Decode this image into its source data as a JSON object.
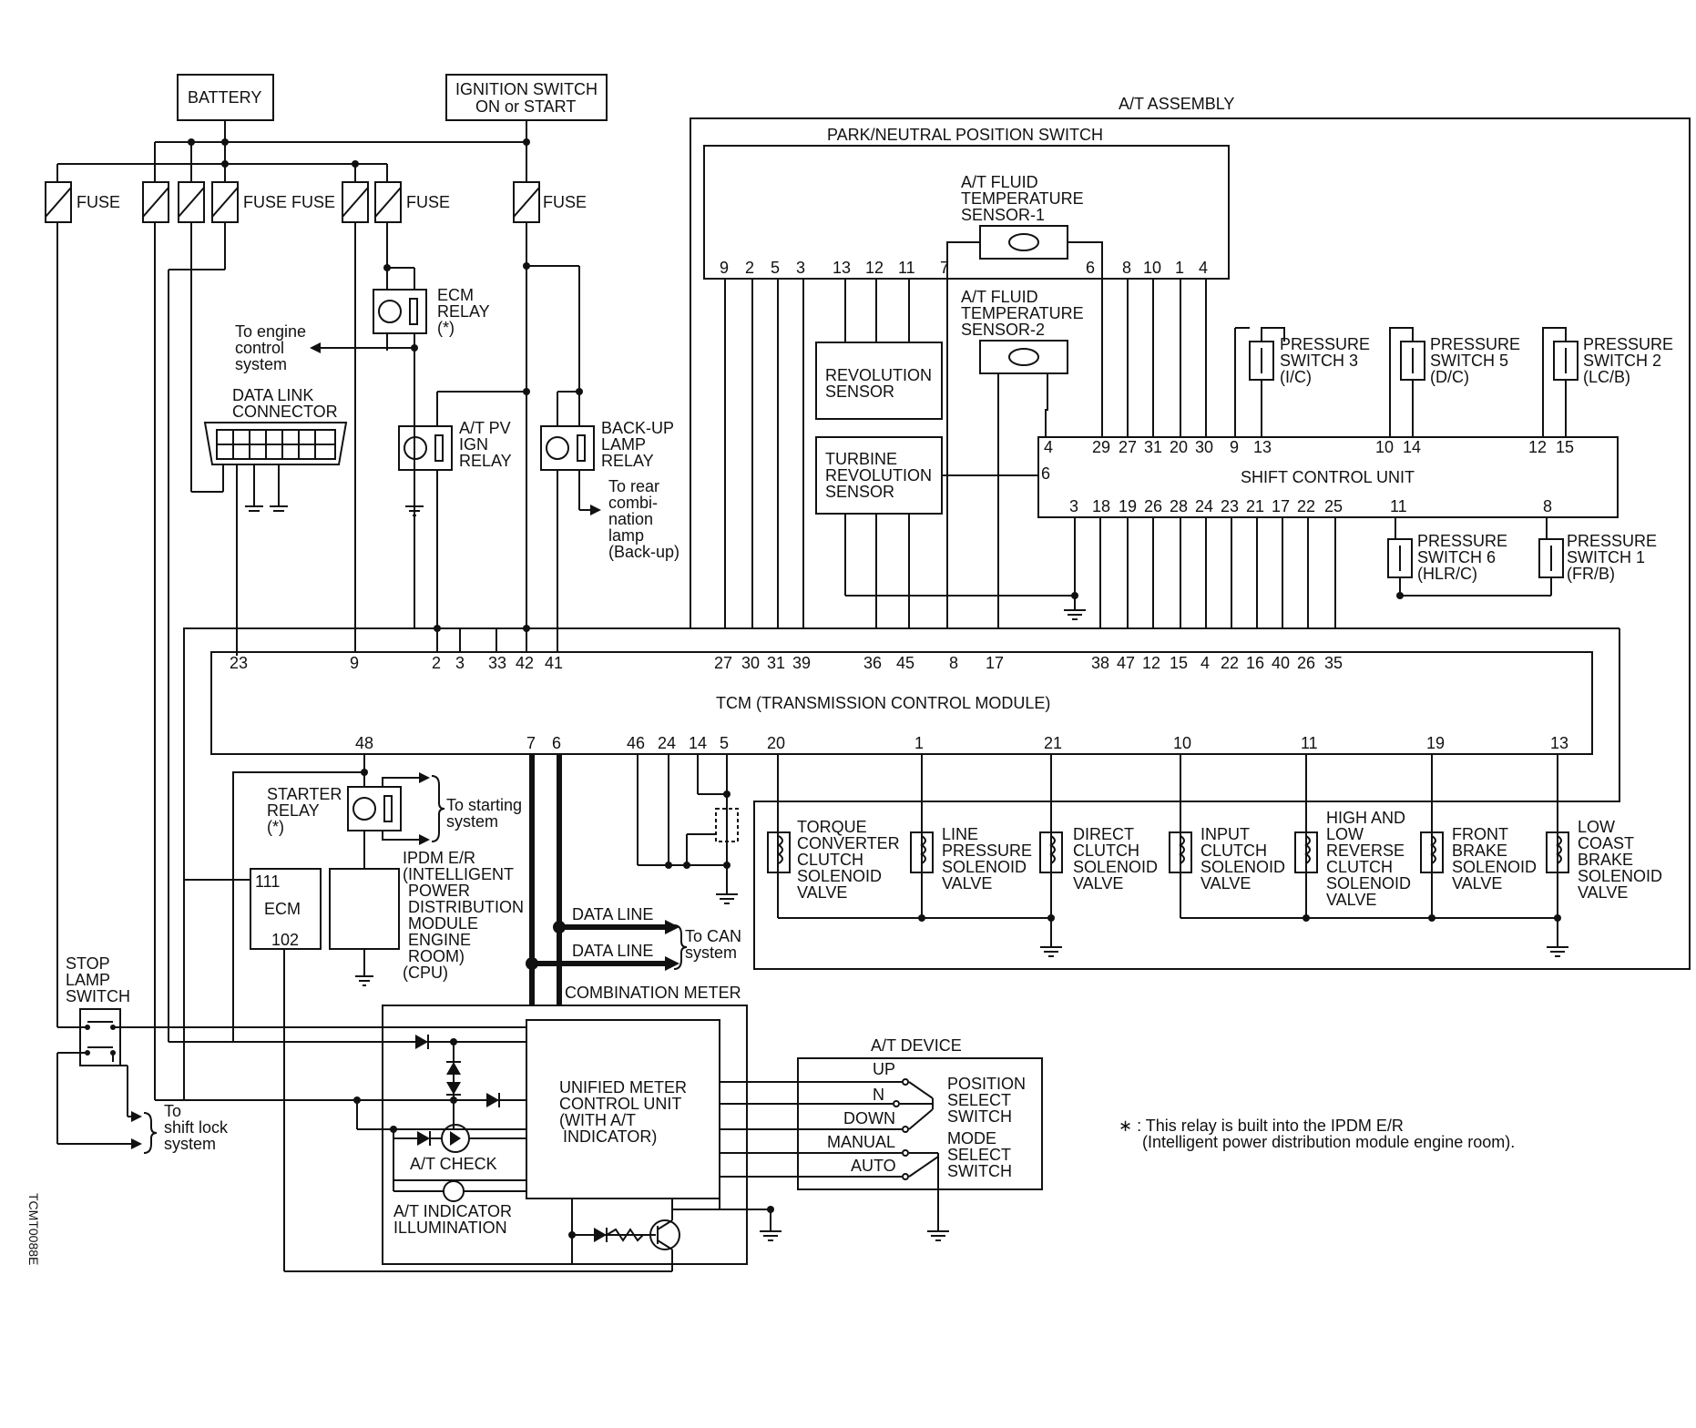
{
  "power": {
    "battery": "BATTERY",
    "ignition": [
      "IGNITION SWITCH",
      "ON or START"
    ],
    "fuse": "FUSE",
    "fuse_fuse": "FUSE FUSE"
  },
  "relays": {
    "ecm_relay": [
      "ECM",
      "RELAY",
      "(*)"
    ],
    "pv_relay": [
      "A/T PV",
      "IGN",
      "RELAY"
    ],
    "backup_relay": [
      "BACK-UP",
      "LAMP",
      "RELAY"
    ],
    "starter_relay": [
      "STARTER",
      "RELAY",
      "(*)"
    ]
  },
  "notes": {
    "to_engine": [
      "To engine",
      "control",
      "system"
    ],
    "to_rear": [
      "To rear",
      "combi-",
      "nation",
      "lamp",
      "(Back-up)"
    ],
    "to_starting": [
      "To starting",
      "system"
    ],
    "to_can": [
      "To CAN",
      "system"
    ],
    "to_shift_lock": [
      "To",
      "shift lock",
      "system"
    ],
    "footnote": [
      "∗ : This relay is built into the IPDM E/R",
      "(Intelligent power distribution module engine room)."
    ],
    "figure_code": "TCMT0088E"
  },
  "dlc": [
    "DATA LINK",
    "CONNECTOR"
  ],
  "at_assembly": {
    "title": "A/T ASSEMBLY",
    "pnp_title": "PARK/NEUTRAL POSITION SWITCH",
    "pnp_pins": [
      "9",
      "2",
      "5",
      "3",
      "13",
      "12",
      "11",
      "7",
      "6",
      "8",
      "10",
      "1",
      "4"
    ],
    "fluid_temp_1": [
      "A/T FLUID",
      "TEMPERATURE",
      "SENSOR-1"
    ],
    "fluid_temp_2": [
      "A/T FLUID",
      "TEMPERATURE",
      "SENSOR-2"
    ],
    "revolution_sensor": [
      "REVOLUTION",
      "SENSOR"
    ],
    "turbine_sensor": [
      "TURBINE",
      "REVOLUTION",
      "SENSOR"
    ],
    "pressure_switch_3": [
      "PRESSURE",
      "SWITCH 3",
      "(I/C)"
    ],
    "pressure_switch_5": [
      "PRESSURE",
      "SWITCH 5",
      "(D/C)"
    ],
    "pressure_switch_2": [
      "PRESSURE",
      "SWITCH 2",
      "(LC/B)"
    ],
    "pressure_switch_6": [
      "PRESSURE",
      "SWITCH 6",
      "(HLR/C)"
    ],
    "pressure_switch_1": [
      "PRESSURE",
      "SWITCH 1",
      "(FR/B)"
    ],
    "scu_title": "SHIFT CONTROL UNIT",
    "scu_top_pins": [
      "4",
      "29",
      "27",
      "31",
      "20",
      "30",
      "9",
      "13",
      "10",
      "14",
      "12",
      "15"
    ],
    "scu_left_pin": "6",
    "scu_bottom_pins": [
      "3",
      "18",
      "19",
      "26",
      "28",
      "24",
      "23",
      "21",
      "17",
      "22",
      "25",
      "11",
      "8"
    ]
  },
  "tcm": {
    "title": "TCM (TRANSMISSION CONTROL MODULE)",
    "top_pins": [
      "23",
      "9",
      "2",
      "3",
      "33",
      "42",
      "41",
      "27",
      "30",
      "31",
      "39",
      "36",
      "45",
      "8",
      "17",
      "38",
      "47",
      "12",
      "15",
      "4",
      "22",
      "16",
      "40",
      "26",
      "35"
    ],
    "bottom_pins": [
      "48",
      "7",
      "6",
      "46",
      "24",
      "14",
      "5",
      "20",
      "1",
      "21",
      "10",
      "11",
      "19",
      "13"
    ]
  },
  "solenoids": [
    [
      "TORQUE",
      "CONVERTER",
      "CLUTCH",
      "SOLENOID",
      "VALVE"
    ],
    [
      "LINE",
      "PRESSURE",
      "SOLENOID",
      "VALVE"
    ],
    [
      "DIRECT",
      "CLUTCH",
      "SOLENOID",
      "VALVE"
    ],
    [
      "INPUT",
      "CLUTCH",
      "SOLENOID",
      "VALVE"
    ],
    [
      "HIGH AND",
      "LOW",
      "REVERSE",
      "CLUTCH",
      "SOLENOID",
      "VALVE"
    ],
    [
      "FRONT",
      "BRAKE",
      "SOLENOID",
      "VALVE"
    ],
    [
      "LOW",
      "COAST",
      "BRAKE",
      "SOLENOID",
      "VALVE"
    ]
  ],
  "ecm": {
    "title": "ECM",
    "pin_top": "111",
    "pin_bottom": "102"
  },
  "ipdm": [
    "IPDM E/R",
    "(INTELLIGENT",
    "POWER",
    "DISTRIBUTION",
    "MODULE",
    "ENGINE",
    "ROOM)",
    "(CPU)"
  ],
  "data_line": "DATA LINE",
  "combination_meter": {
    "title": "COMBINATION METER",
    "unified": [
      "UNIFIED METER",
      "CONTROL UNIT",
      "(WITH A/T",
      "INDICATOR)"
    ],
    "at_check": "A/T CHECK",
    "illumination": [
      "A/T INDICATOR",
      "ILLUMINATION"
    ]
  },
  "stop_lamp": [
    "STOP",
    "LAMP",
    "SWITCH"
  ],
  "at_device": {
    "title": "A/T DEVICE",
    "positions": [
      "UP",
      "N",
      "DOWN",
      "MANUAL",
      "AUTO"
    ],
    "position_select": [
      "POSITION",
      "SELECT",
      "SWITCH"
    ],
    "mode_select": [
      "MODE",
      "SELECT",
      "SWITCH"
    ]
  }
}
